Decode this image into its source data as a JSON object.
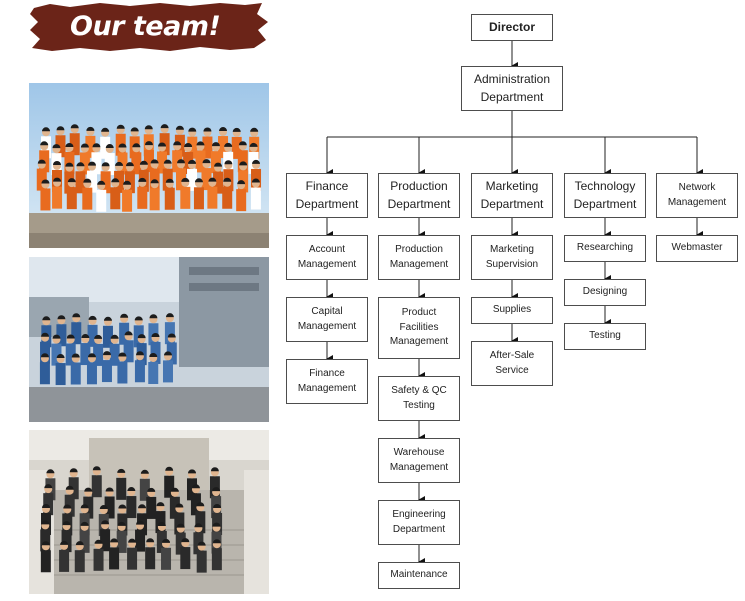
{
  "banner": {
    "title": "Our team!",
    "bg_color": "#6b2418"
  },
  "photos": [
    {
      "name": "team-photo-orange-shirts"
    },
    {
      "name": "team-photo-blue-uniforms"
    },
    {
      "name": "team-photo-formal-group"
    }
  ],
  "org_chart": {
    "director": "Director",
    "administration": "Administration\nDepartment",
    "departments": [
      {
        "title": "Finance\nDepartment",
        "items": [
          "Account\nManagement",
          "Capital\nManagement",
          "Finance\nManagement"
        ]
      },
      {
        "title": "Production\nDepartment",
        "items": [
          "Production\nManagement",
          "Product\nFacilities\nManagement",
          "Safety & QC\nTesting",
          "Warehouse\nManagement",
          "Engineering\nDepartment",
          "Maintenance"
        ]
      },
      {
        "title": "Marketing\nDepartment",
        "items": [
          "Marketing\nSupervision",
          "Supplies",
          "After-Sale\nService"
        ]
      },
      {
        "title": "Technology\nDepartment",
        "items": [
          "Researching",
          "Designing",
          "Testing"
        ]
      },
      {
        "title": "Network\nManagement",
        "items": [
          "Webmaster"
        ]
      }
    ]
  }
}
